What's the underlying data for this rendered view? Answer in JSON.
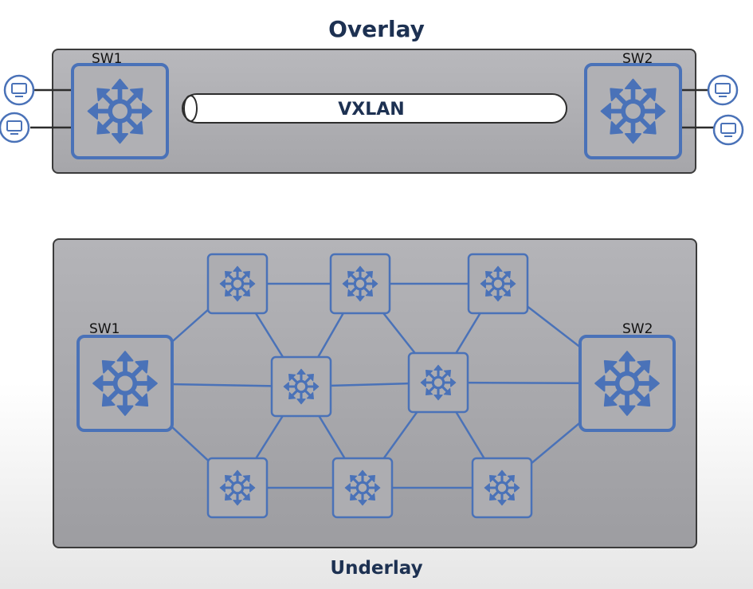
{
  "overlay": {
    "title": "Overlay",
    "tunnel_label": "VXLAN",
    "switches": [
      {
        "id": "sw1",
        "label": "SW1",
        "icon": "multilayer-switch-icon"
      },
      {
        "id": "sw2",
        "label": "SW2",
        "icon": "multilayer-switch-icon"
      }
    ],
    "hosts": [
      {
        "id": "host-1",
        "attached_to": "sw1",
        "icon": "monitor-icon"
      },
      {
        "id": "host-2",
        "attached_to": "sw1",
        "icon": "monitor-icon"
      },
      {
        "id": "host-3",
        "attached_to": "sw2",
        "icon": "monitor-icon"
      },
      {
        "id": "host-4",
        "attached_to": "sw2",
        "icon": "monitor-icon"
      }
    ]
  },
  "underlay": {
    "title": "Underlay",
    "switches": [
      {
        "id": "sw1",
        "label": "SW1"
      },
      {
        "id": "sw2",
        "label": "SW2"
      },
      {
        "id": "top-1",
        "label": ""
      },
      {
        "id": "top-2",
        "label": ""
      },
      {
        "id": "top-3",
        "label": ""
      },
      {
        "id": "mid-1",
        "label": ""
      },
      {
        "id": "mid-2",
        "label": ""
      },
      {
        "id": "bot-1",
        "label": ""
      },
      {
        "id": "bot-2",
        "label": ""
      },
      {
        "id": "bot-3",
        "label": ""
      }
    ],
    "links": [
      [
        "sw1",
        "top-1"
      ],
      [
        "sw1",
        "mid-1"
      ],
      [
        "sw1",
        "bot-1"
      ],
      [
        "top-1",
        "top-2"
      ],
      [
        "top-2",
        "top-3"
      ],
      [
        "top-3",
        "sw2"
      ],
      [
        "top-1",
        "mid-1"
      ],
      [
        "top-2",
        "mid-1"
      ],
      [
        "top-2",
        "mid-2"
      ],
      [
        "top-3",
        "mid-2"
      ],
      [
        "mid-1",
        "mid-2"
      ],
      [
        "mid-2",
        "sw2"
      ],
      [
        "mid-1",
        "bot-1"
      ],
      [
        "mid-1",
        "bot-2"
      ],
      [
        "mid-2",
        "bot-2"
      ],
      [
        "mid-2",
        "bot-3"
      ],
      [
        "bot-1",
        "bot-2"
      ],
      [
        "bot-2",
        "bot-3"
      ],
      [
        "bot-3",
        "sw2"
      ]
    ]
  },
  "colors": {
    "switch_blue": "#4a72b8",
    "panel_border": "#3b3b3b",
    "title_navy": "#1d3152"
  }
}
